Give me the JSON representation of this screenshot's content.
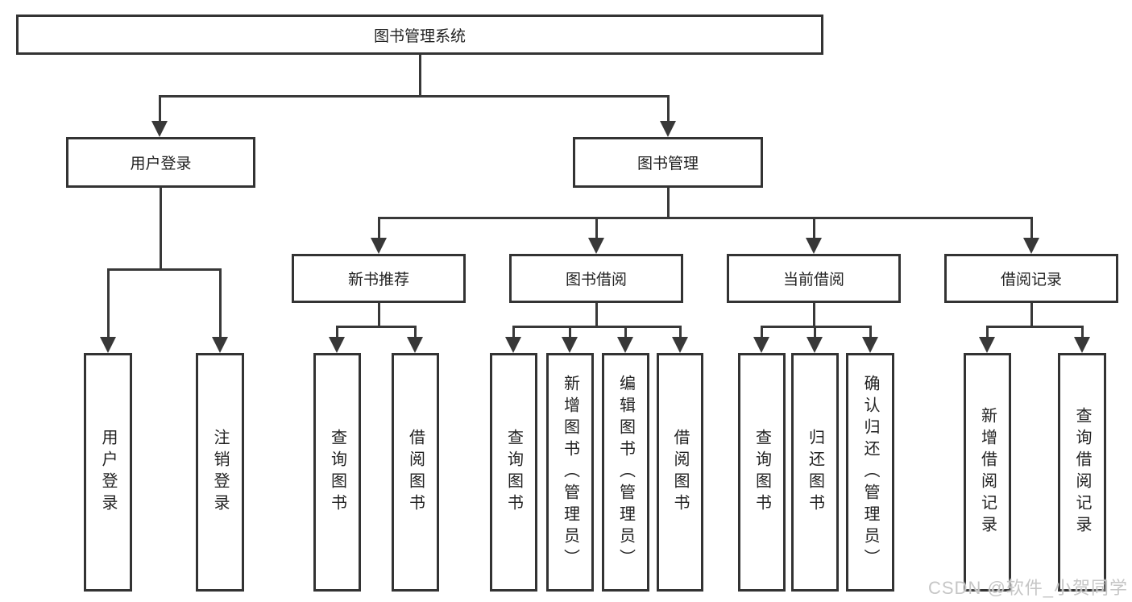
{
  "diagram": {
    "title": "图书管理系统",
    "branches": [
      {
        "label": "用户登录",
        "children": [
          {
            "label": "用户登录"
          },
          {
            "label": "注销登录"
          }
        ]
      },
      {
        "label": "图书管理",
        "children": [
          {
            "label": "新书推荐",
            "children": [
              {
                "label": "查询图书"
              },
              {
                "label": "借阅图书"
              }
            ]
          },
          {
            "label": "图书借阅",
            "children": [
              {
                "label": "查询图书"
              },
              {
                "label": "新增图书（管理员）"
              },
              {
                "label": "编辑图书（管理员）"
              },
              {
                "label": "借阅图书"
              }
            ]
          },
          {
            "label": "当前借阅",
            "children": [
              {
                "label": "查询图书"
              },
              {
                "label": "归还图书"
              },
              {
                "label": "确认归还（管理员）"
              }
            ]
          },
          {
            "label": "借阅记录",
            "children": [
              {
                "label": "新增借阅记录"
              },
              {
                "label": "查询借阅记录"
              }
            ]
          }
        ]
      }
    ]
  },
  "watermark": "CSDN @软件_小贺同学",
  "colors": {
    "background": "#ffffff",
    "line": "#383838",
    "box_border": "#333333",
    "text": "#222222",
    "watermark_text": "#c6c6c6"
  }
}
